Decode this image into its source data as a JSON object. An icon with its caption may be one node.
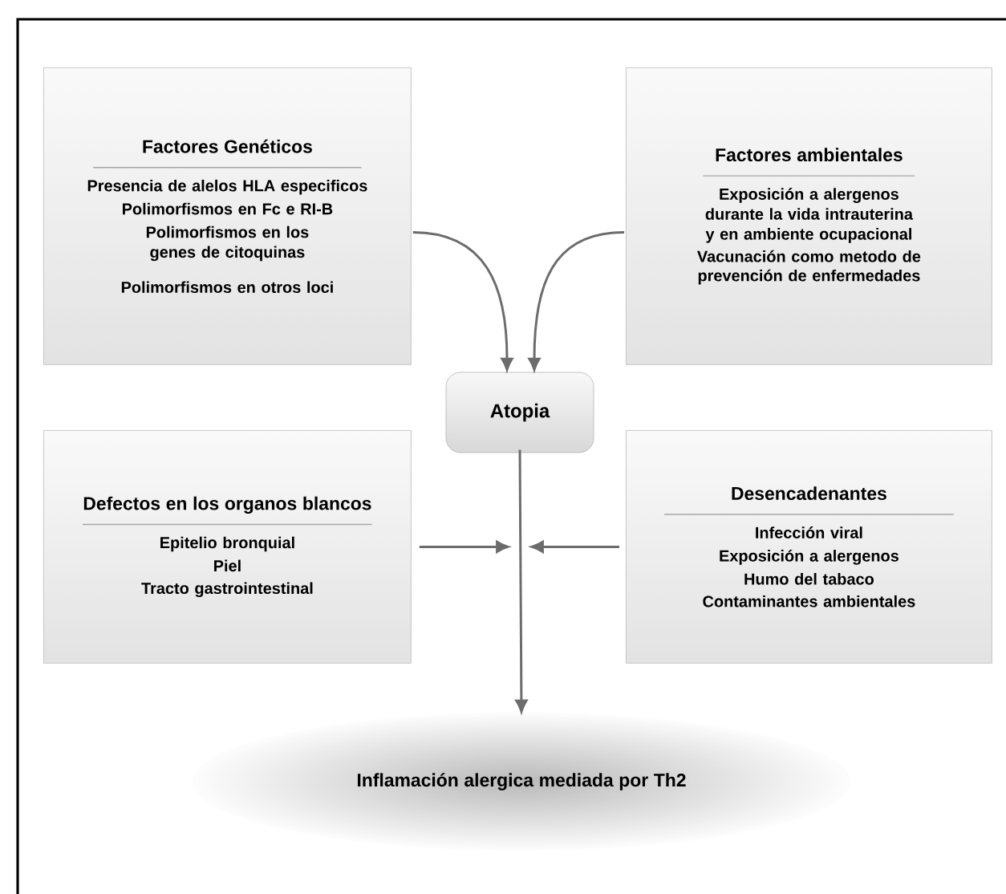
{
  "diagram": {
    "nodes": [
      {
        "text": [
          "Factores Genéticos",
          "Presencia de alelos HLA especificos",
          "Polimorfismos en Fc e RI-B",
          "Polimorfismos en los genes de citoquinas",
          "Polimorfismos en otros loci"
        ]
      },
      {
        "text": [
          "Factores ambientales",
          "Exposición a alergenos durante la vida intrauterina y en ambiente ocupacional",
          "Vacunación como metodo de prevención de enfermedades"
        ]
      },
      {
        "text": [
          "Atopia"
        ]
      },
      {
        "text": [
          "Defectos en los organos blancos",
          "Epitelio bronquial",
          "Piel",
          "Tracto gastrointestinal"
        ]
      },
      {
        "text": [
          "Desencadenantes",
          "Infección viral",
          "Exposición a alergenos",
          "Humo del tabaco",
          "Contaminantes ambientales"
        ]
      },
      {
        "text": [
          "Inflamación alergica mediada  por Th2"
        ]
      }
    ],
    "edges": [
      {
        "from": 0,
        "to": 2,
        "arrow": "to"
      },
      {
        "from": 1,
        "to": 2,
        "arrow": "to"
      },
      {
        "from": 3,
        "to": null,
        "arrow": "to"
      },
      {
        "from": 4,
        "to": null,
        "arrow": "to"
      },
      {
        "from": 2,
        "to": 5,
        "arrow": "to"
      }
    ]
  }
}
